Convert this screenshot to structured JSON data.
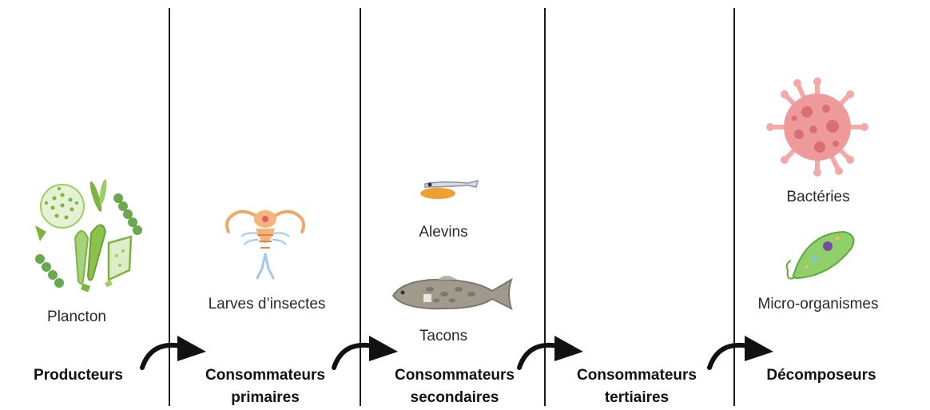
{
  "columns": [
    {
      "category": [
        "Producteurs"
      ],
      "organisms": [
        "Plancton"
      ],
      "icons": [
        "plankton-icon"
      ]
    },
    {
      "category": [
        "Consommateurs",
        "primaires"
      ],
      "organisms": [
        "Larves d’insectes"
      ],
      "icons": [
        "insect-larva-icon"
      ]
    },
    {
      "category": [
        "Consommateurs",
        "secondaires"
      ],
      "organisms": [
        "Alevins",
        "Tacons"
      ],
      "icons": [
        "fry-icon",
        "parr-fish-icon"
      ]
    },
    {
      "category": [
        "Consommateurs",
        "tertiaires"
      ],
      "organisms": [],
      "icons": []
    },
    {
      "category": [
        "Décomposeurs"
      ],
      "organisms": [
        "Bactéries",
        "Micro-organismes"
      ],
      "icons": [
        "bacteria-icon",
        "microorganism-icon"
      ]
    }
  ],
  "arrows": [
    "arrow-icon",
    "arrow-icon",
    "arrow-icon",
    "arrow-icon"
  ],
  "colors": {
    "plankton": "#7cb342",
    "larva": "#f0a868",
    "fish": "#a09a8c",
    "bacteria": "#ee9a9a",
    "microorganism": "#8fd06a",
    "line": "#1a1a1a"
  }
}
